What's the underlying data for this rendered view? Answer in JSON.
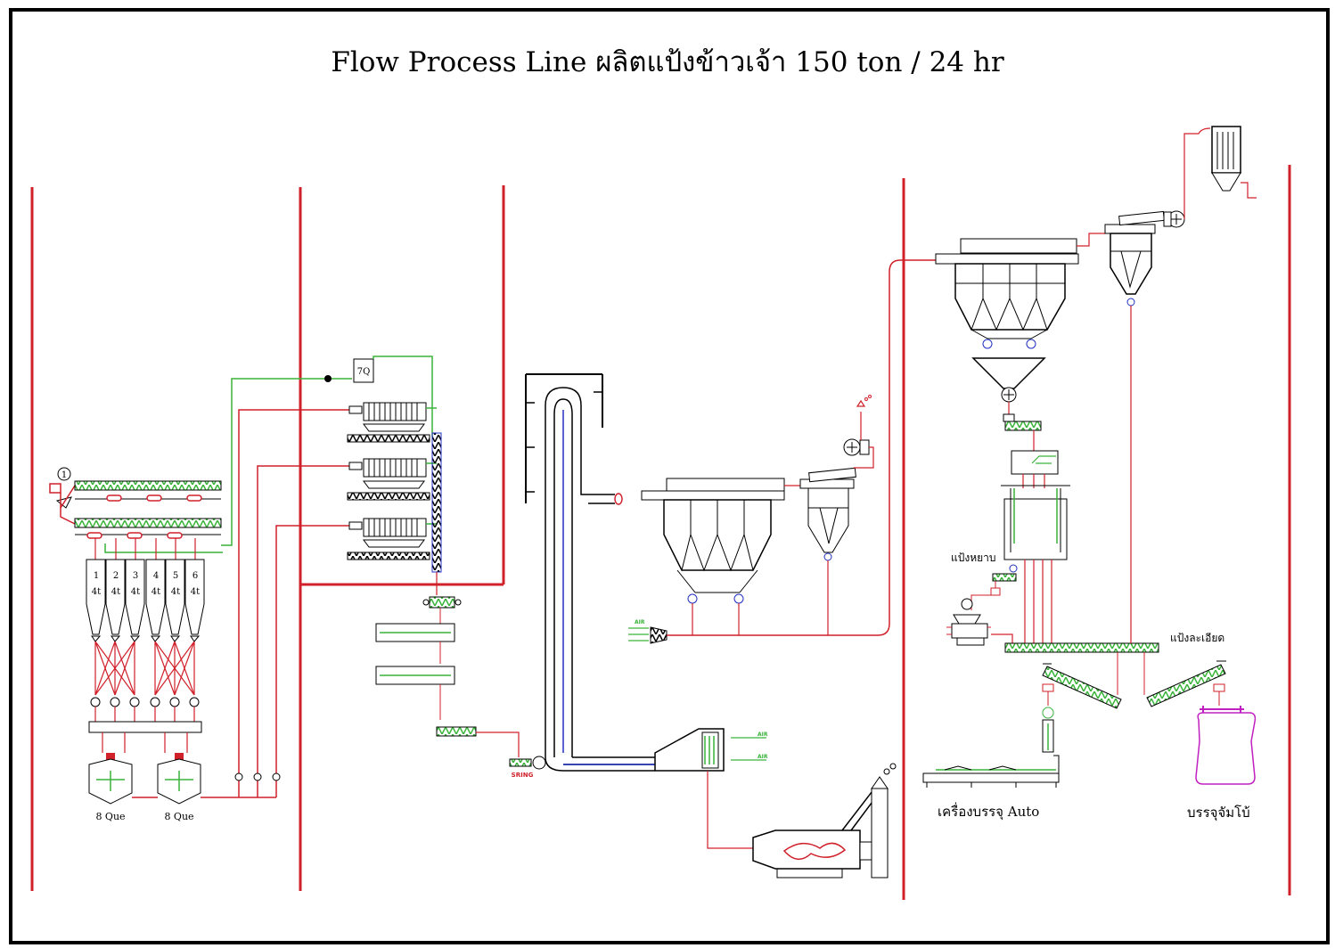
{
  "title": "Flow Process Line ผลิตแป้งข้าวเจ้า 150 ton / 24 hr",
  "tanks": [
    {
      "num": "1",
      "cap": "4t"
    },
    {
      "num": "2",
      "cap": "4t"
    },
    {
      "num": "3",
      "cap": "4t"
    },
    {
      "num": "4",
      "cap": "4t"
    },
    {
      "num": "5",
      "cap": "4t"
    },
    {
      "num": "6",
      "cap": "4t"
    }
  ],
  "labels": {
    "circle_marker": "1",
    "tank_7q": "7Q",
    "que_left": "8 Que",
    "que_right": "8 Que",
    "air_1": "AIR",
    "air_2": "AIR",
    "air_3": "AIR",
    "sring": "SRING",
    "coarse_flour": "แป้งหยาบ",
    "fine_flour": "แป้งละเอียด",
    "auto_packer": "เครื่องบรรจุ Auto",
    "jumbo_pack": "บรรจุจัมโบ้"
  },
  "colors": {
    "red": "#d0202a",
    "green": "#3ab43a",
    "blue": "#2030c0",
    "magenta": "#c020c0",
    "black": "#000000"
  }
}
